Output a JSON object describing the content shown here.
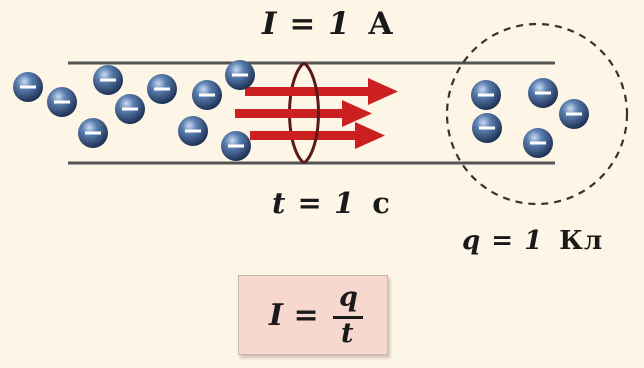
{
  "colors": {
    "background": "#fdf5e6",
    "wire": "#555555",
    "arrow": "#cc2020",
    "ring": "#5a1a1a",
    "electron": "#2f4f7a",
    "dashed_circle": "#333333",
    "formula_box": "#f7d8cf"
  },
  "labels": {
    "current": {
      "var": "I",
      "eq": "=",
      "value": "1",
      "unit": "A"
    },
    "time": {
      "var": "t",
      "eq": "=",
      "value": "1",
      "unit": "с"
    },
    "charge": {
      "var": "q",
      "eq": "=",
      "value": "1",
      "unit": "Кл"
    }
  },
  "formula": {
    "lhs": "I =",
    "numerator": "q",
    "denominator": "t"
  },
  "electron_sign": "−",
  "arrows_count": 3
}
